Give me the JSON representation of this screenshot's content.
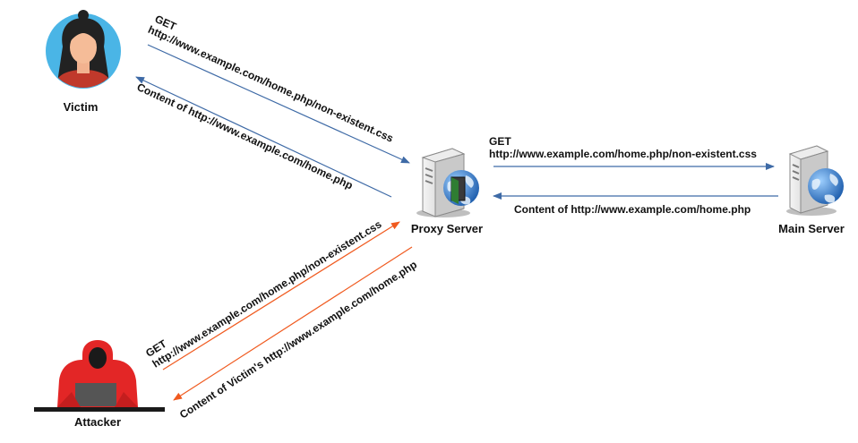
{
  "colors": {
    "arrow_blue": "#3e6aa6",
    "arrow_orange": "#f05a1f",
    "victim_bg": "#4ab5e6",
    "victim_shirt": "#c0392b",
    "attacker_red": "#e32626",
    "server_gray": "#d9d9d9",
    "globe_blue": "#2f6fc1",
    "text": "#111111"
  },
  "nodes": {
    "victim": {
      "label": "Victim",
      "icon": "victim-avatar-icon"
    },
    "attacker": {
      "label": "Attacker",
      "icon": "hooded-hacker-icon"
    },
    "proxy": {
      "label": "Proxy Server",
      "icon": "server-with-door-icon"
    },
    "main": {
      "label": "Main Server",
      "icon": "server-globe-icon"
    }
  },
  "messages": {
    "victim_request": {
      "line1": "GET",
      "line2": "http://www.example.com/home.php/non-existent.css"
    },
    "victim_response": "Content of http://www.example.com/home.php",
    "proxy_request": {
      "line1": "GET",
      "line2": "http://www.example.com/home.php/non-existent.css"
    },
    "main_response": "Content of http://www.example.com/home.php",
    "attacker_request": {
      "line1": "GET",
      "line2": "http://www.example.com/home.php/non-existent.css"
    },
    "attacker_response": "Content of Victim's  http://www.example.com/home.php"
  }
}
